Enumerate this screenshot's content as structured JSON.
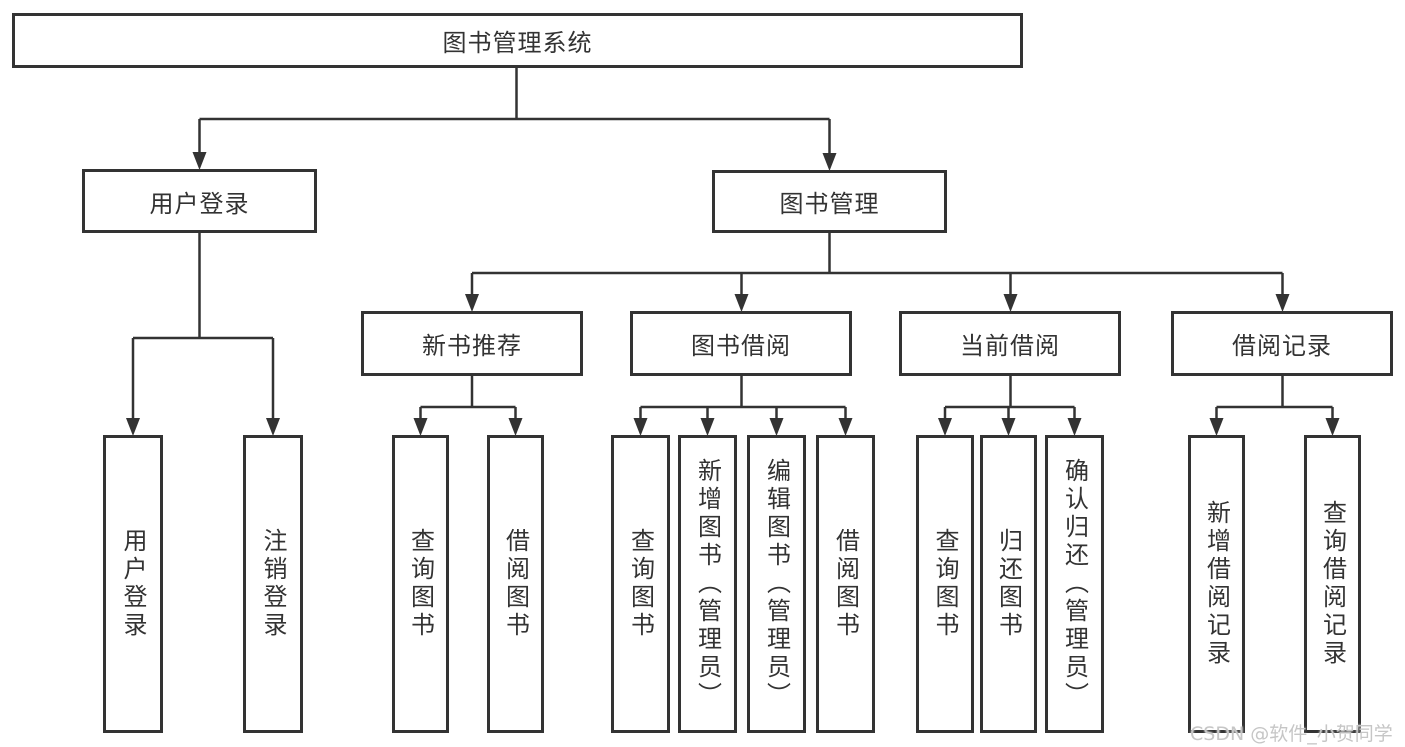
{
  "diagram": {
    "root": {
      "label": "图书管理系统"
    },
    "branches": [
      {
        "label": "用户登录",
        "children": [
          {
            "label": "用户登录"
          },
          {
            "label": "注销登录"
          }
        ]
      },
      {
        "label": "图书管理",
        "children": [
          {
            "label": "新书推荐",
            "children": [
              {
                "label": "查询图书"
              },
              {
                "label": "借阅图书"
              }
            ]
          },
          {
            "label": "图书借阅",
            "children": [
              {
                "label": "查询图书"
              },
              {
                "label": "新增图书（管理员）"
              },
              {
                "label": "编辑图书（管理员）"
              },
              {
                "label": "借阅图书"
              }
            ]
          },
          {
            "label": "当前借阅",
            "children": [
              {
                "label": "查询图书"
              },
              {
                "label": "归还图书"
              },
              {
                "label": "确认归还（管理员）"
              }
            ]
          },
          {
            "label": "借阅记录",
            "children": [
              {
                "label": "新增借阅记录"
              },
              {
                "label": "查询借阅记录"
              }
            ]
          }
        ]
      }
    ]
  },
  "watermark": {
    "text": "CSDN @软件_小贺同学"
  },
  "colors": {
    "line": "#333333",
    "text": "#333333",
    "background": "#ffffff",
    "watermark": "#c6c6c6"
  }
}
